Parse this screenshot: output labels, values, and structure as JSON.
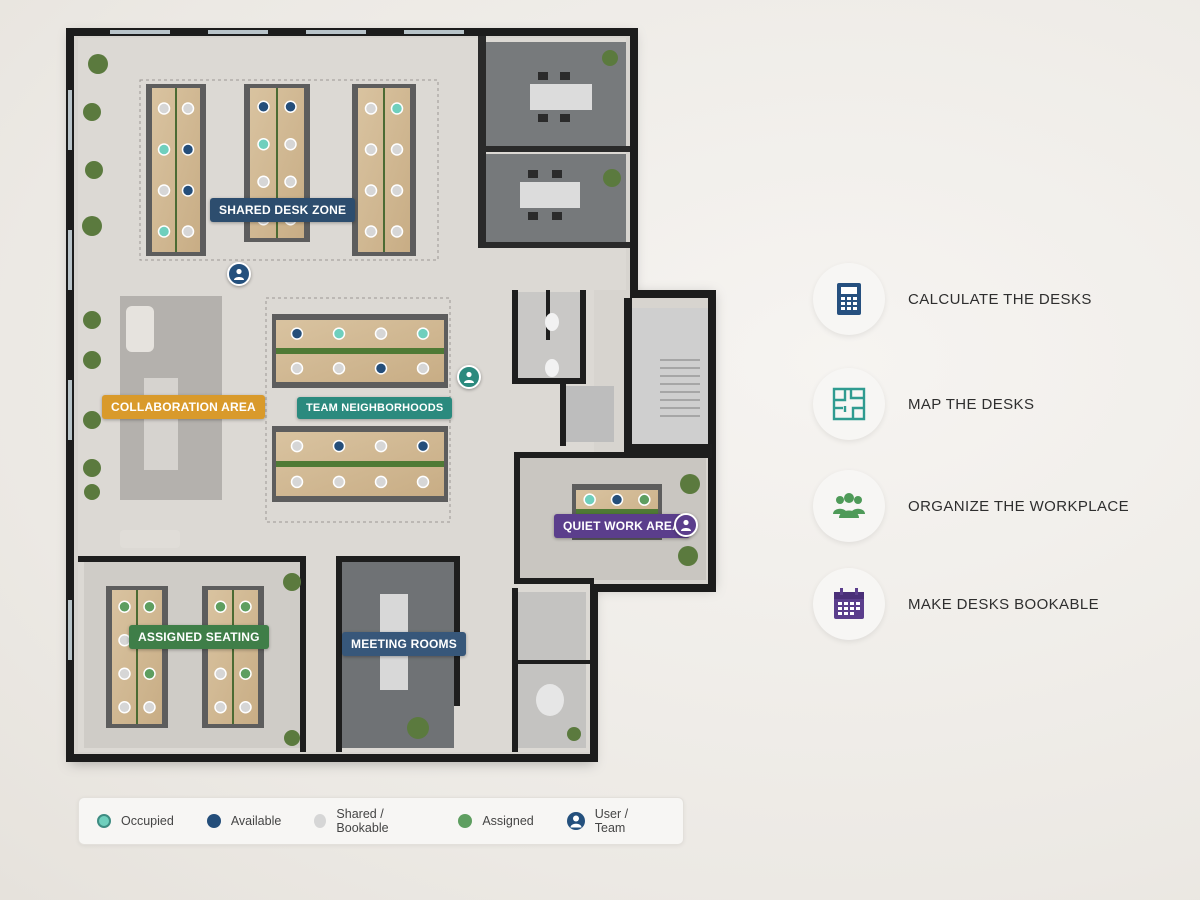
{
  "zones": {
    "shared_desk_zone": "SHARED DESK ZONE",
    "collaboration_area": "COLLABORATION AREA",
    "team_neighborhoods": "TEAM NEIGHBORHOODS",
    "quiet_work_area": "QUIET WORK AREA",
    "assigned_seating": "ASSIGNED SEATING",
    "meeting_rooms": "MEETING ROOMS"
  },
  "colors": {
    "occupied": "#6fcfbd",
    "available": "#244e7a",
    "shared": "#d6d6d6",
    "assigned": "#5e9e60",
    "user": "#24507d",
    "label_blue": "#2d4d6e",
    "label_orange": "#d99a2b",
    "label_teal": "#2b8a7e",
    "label_purple": "#5b3e8c",
    "label_green": "#3f7e48",
    "label_slate": "#37577a"
  },
  "legend": {
    "occupied": "Occupied",
    "available": "Available",
    "shared": "Shared / Bookable",
    "assigned": "Assigned",
    "user": "User / Team"
  },
  "actions": [
    {
      "label": "CALCULATE THE DESKS",
      "icon": "calculator-icon"
    },
    {
      "label": "MAP THE DESKS",
      "icon": "floor-plan-icon"
    },
    {
      "label": "ORGANIZE THE WORKPLACE",
      "icon": "team-icon"
    },
    {
      "label": "MAKE DESKS BOOKABLE",
      "icon": "calendar-icon"
    }
  ]
}
